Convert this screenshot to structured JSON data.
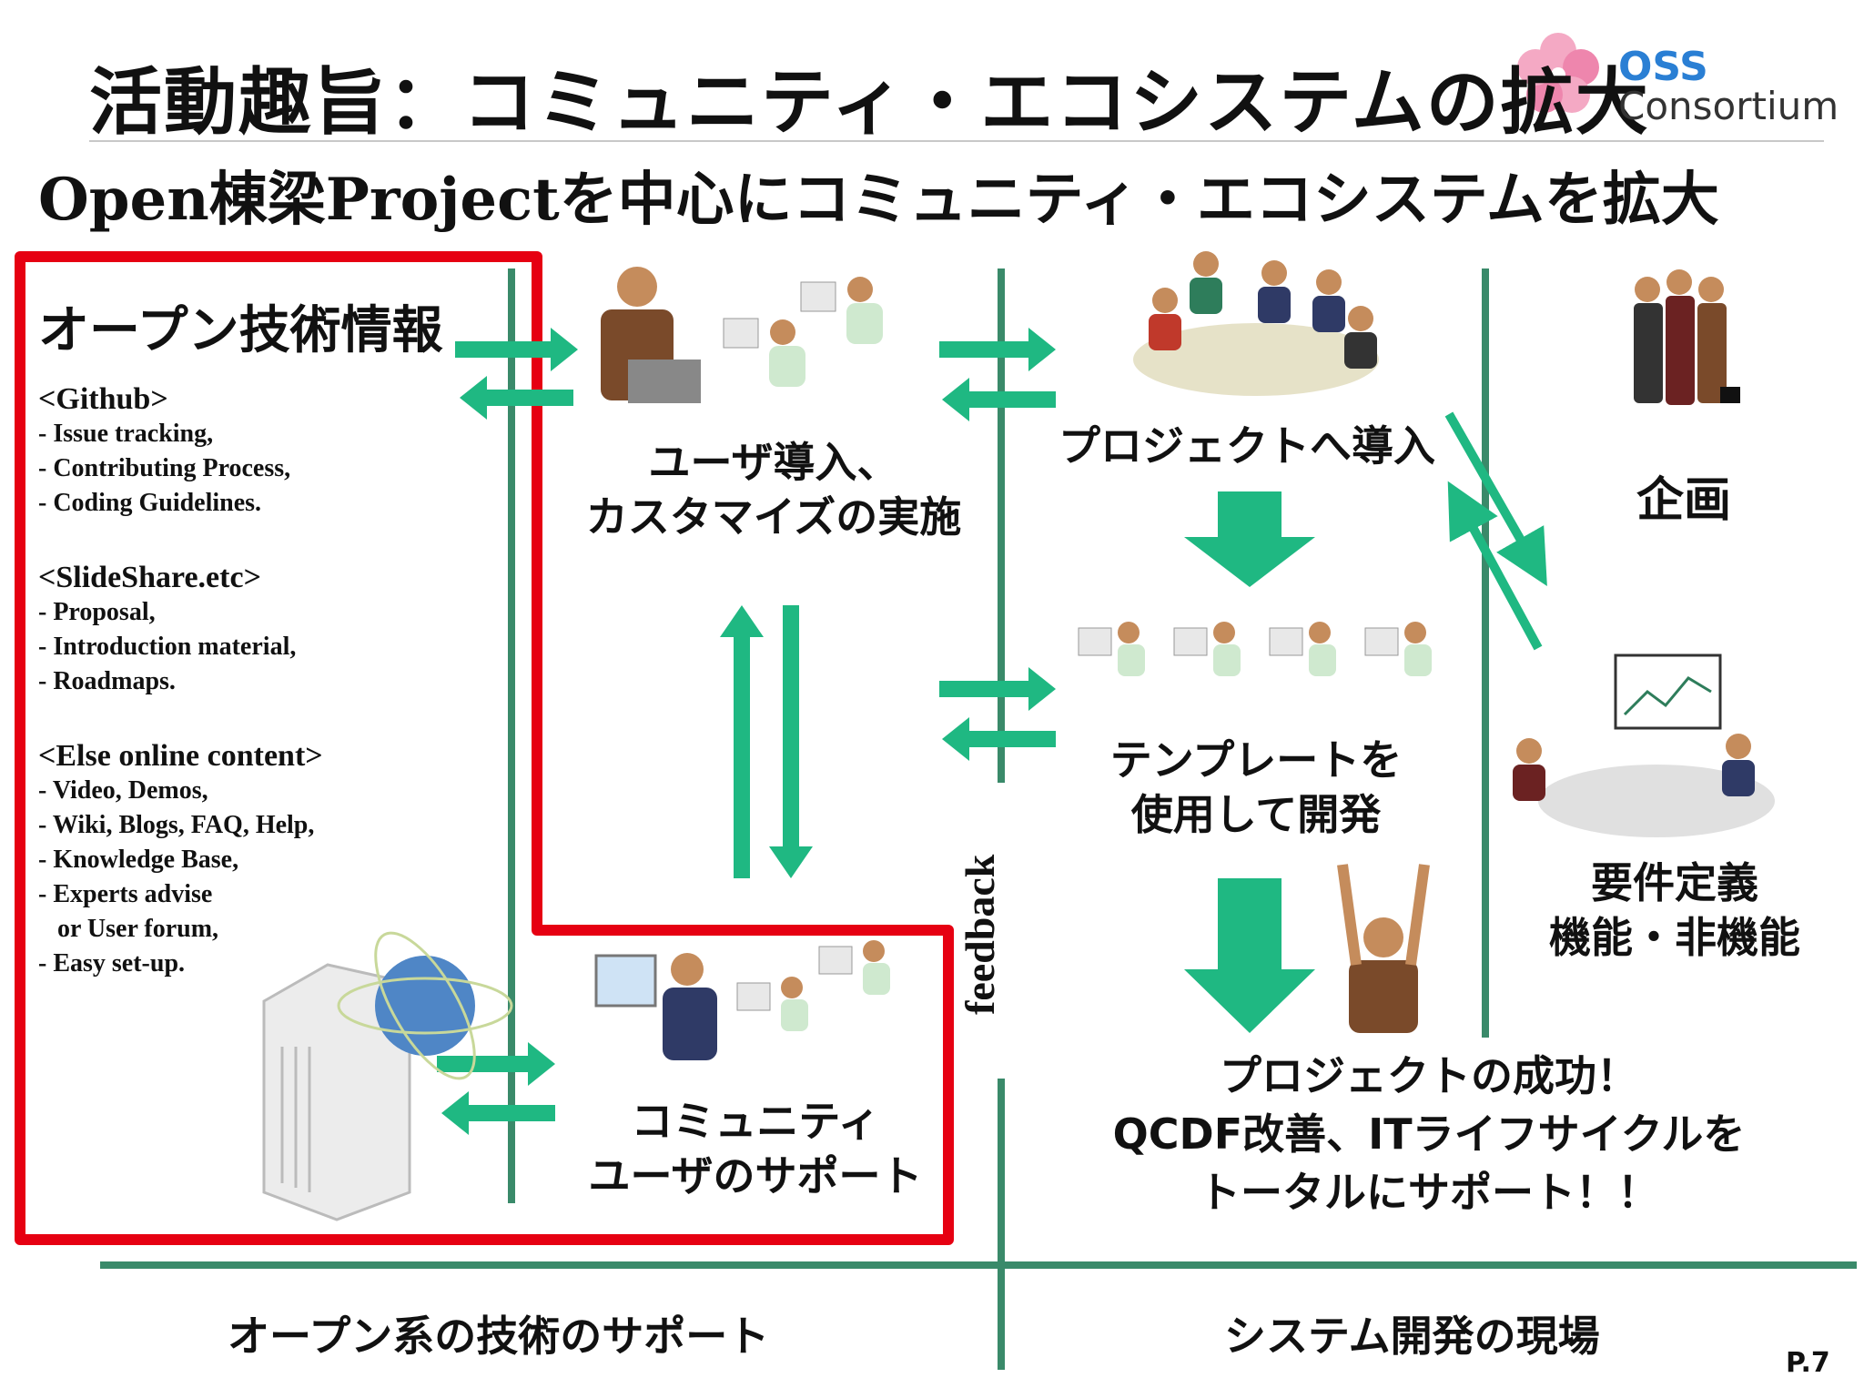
{
  "header": {
    "title": "活動趣旨：コミュニティ・エコシステムの拡大",
    "subtitle": "Open棟梁Projectを中心にコミュニティ・エコシステムを拡大",
    "logo_line1": "OSS",
    "logo_line2": "Consortium"
  },
  "left_panel": {
    "heading": "オープン技術情報",
    "groups": [
      {
        "tag": "<Github>",
        "items": [
          "- Issue tracking,",
          "- Contributing Process,",
          "- Coding Guidelines."
        ]
      },
      {
        "tag": "<SlideShare.etc>",
        "items": [
          "- Proposal,",
          "- Introduction material,",
          "- Roadmaps."
        ]
      },
      {
        "tag": "<Else online content>",
        "items": [
          "- Video, Demos,",
          "- Wiki, Blogs, FAQ, Help,",
          "- Knowledge Base,",
          "- Experts advise",
          "   or User forum,",
          "- Easy set-up."
        ]
      }
    ]
  },
  "nodes": {
    "user_intro_line1": "ユーザ導入、",
    "user_intro_line2": "カスタマイズの実施",
    "community_line1": "コミュニティ",
    "community_line2": "ユーザのサポート",
    "project_intro": "プロジェクトへ導入",
    "template_line1": "テンプレートを",
    "template_line2": "使用して開発",
    "success_line1": "プロジェクトの成功！",
    "success_line2": "QCDF改善、ITライフサイクルを",
    "success_line3": "トータルにサポート！！",
    "planning": "企画",
    "req_line1": "要件定義",
    "req_line2": "機能・非機能"
  },
  "vertical_label": "feedback",
  "footer": {
    "left": "オープン系の技術のサポート",
    "right": "システム開発の現場",
    "page": "P.7"
  },
  "colors": {
    "arrow": "#1fb882",
    "divider": "#3a8a6a",
    "highlight_border": "#e60012"
  }
}
